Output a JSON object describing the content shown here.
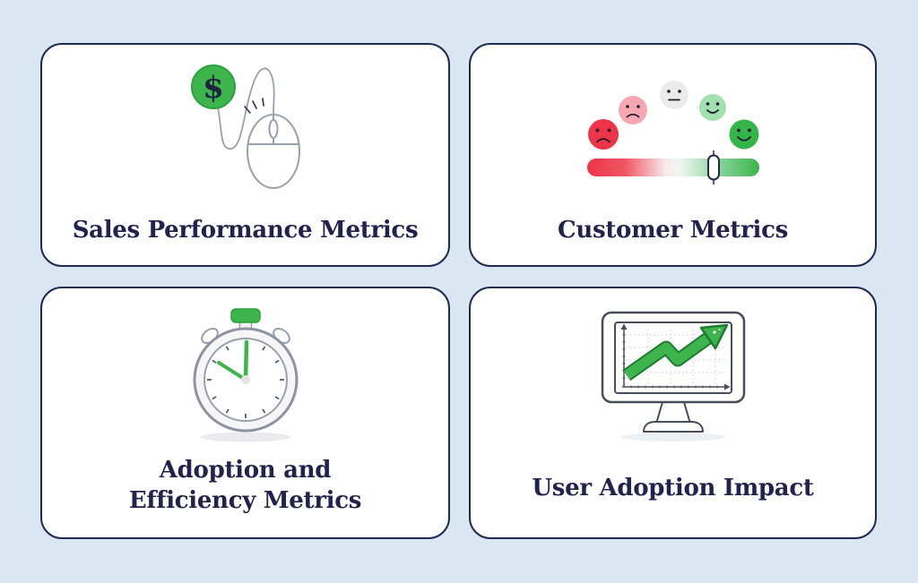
{
  "page": {
    "background_color": "#d9e7f2",
    "card_background": "#ffffff",
    "card_border_color": "#1e2a52",
    "title_color": "#22224e",
    "accent_green": "#3db54c",
    "accent_red": "#ee3448",
    "accent_pink": "#f7a7b1",
    "accent_light_green": "#a3e0b0",
    "neutral_gray": "#ebebeb"
  },
  "symbols": {
    "currency": "$"
  },
  "cards": [
    {
      "title": "Sales Performance Metrics",
      "icon": "dollar-coin-mouse-icon"
    },
    {
      "title": "Customer Metrics",
      "icon": "satisfaction-scale-icon"
    },
    {
      "title_line1": "Adoption and",
      "title_line2": "Efficiency Metrics",
      "icon": "stopwatch-icon"
    },
    {
      "title": "User Adoption Impact",
      "icon": "monitor-growth-chart-icon"
    }
  ]
}
